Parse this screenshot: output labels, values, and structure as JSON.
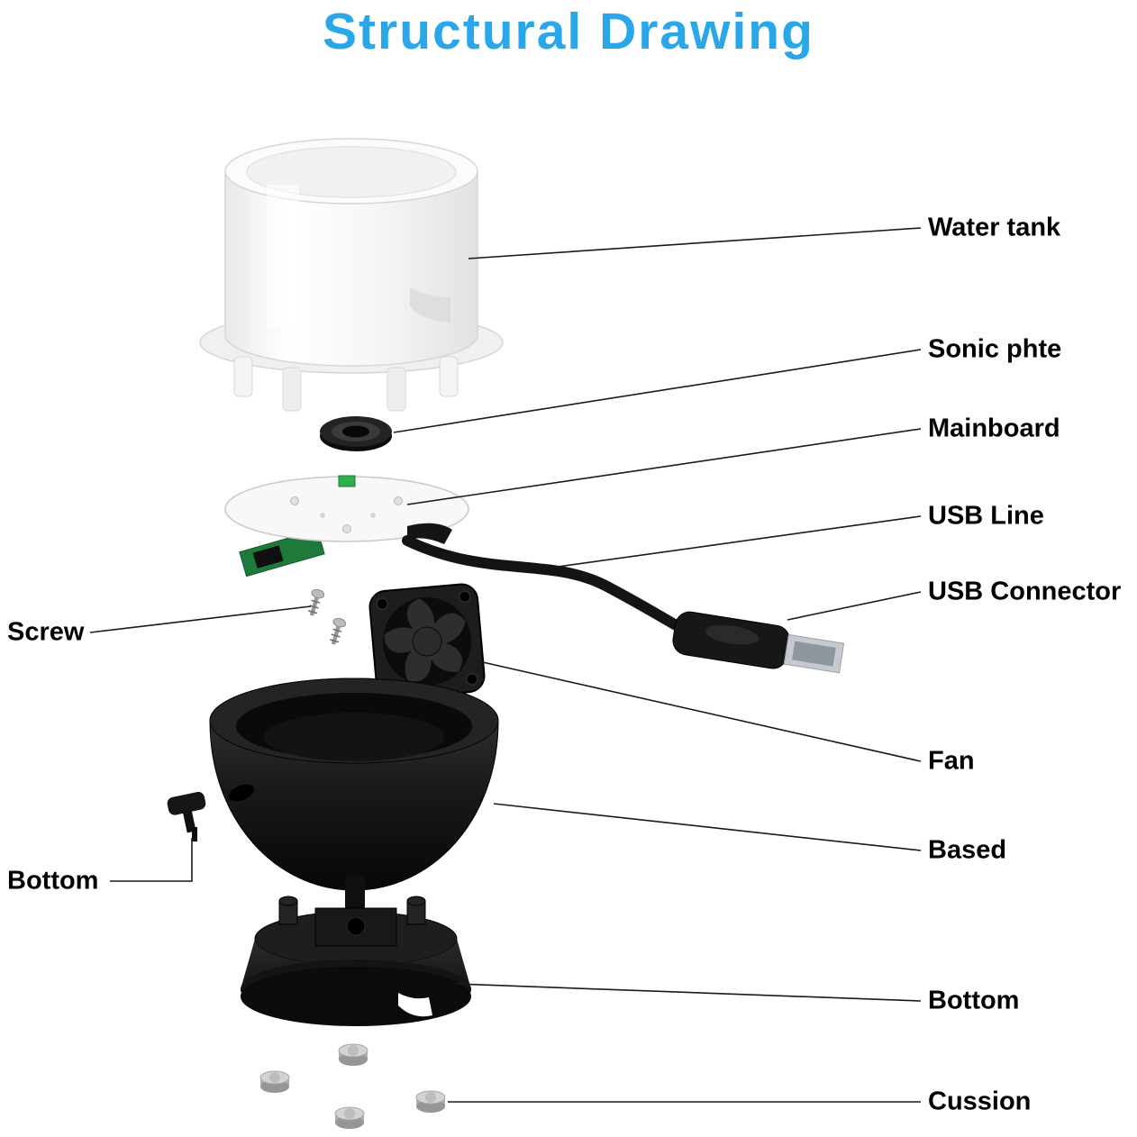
{
  "title": "Structural Drawing",
  "colors": {
    "title_text": "#2AA7E8",
    "label_text": "#000000",
    "leader_line": "#1a1a1a",
    "tank_white": "#f2f2f2",
    "plastic_black": "#161616",
    "pcb_green": "#1d7a3a",
    "usb_metal": "#c6cad0",
    "cushion_gray": "#bdbdbd"
  },
  "labels": {
    "water_tank": "Water tank",
    "sonic_plate": "Sonic phte",
    "mainboard": "Mainboard",
    "usb_line": "USB Line",
    "usb_connector": "USB Connector",
    "screw": "Screw",
    "fan": "Fan",
    "based": "Based",
    "bottom_left": "Bottom",
    "bottom_right": "Bottom",
    "cussion": "Cussion"
  }
}
